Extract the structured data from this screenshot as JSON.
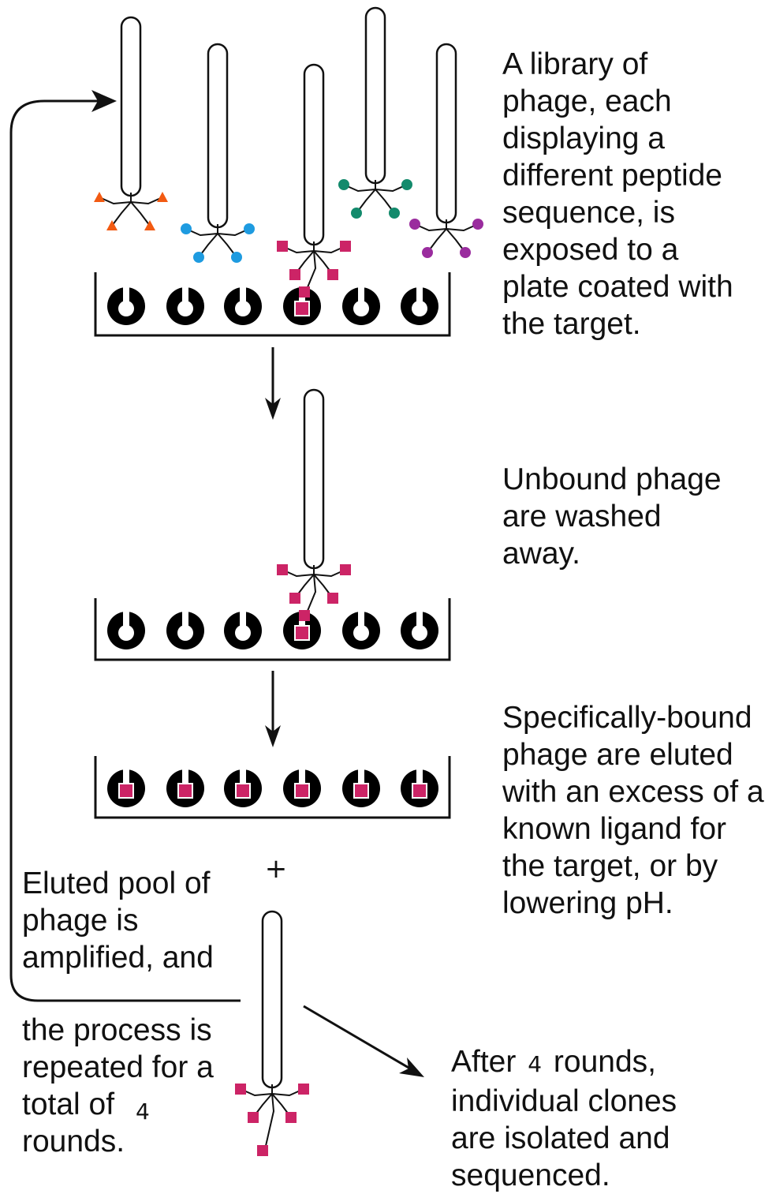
{
  "colors": {
    "ink": "#111111",
    "orange": "#f25a12",
    "blue": "#1e9be0",
    "magenta": "#cc2466",
    "teal": "#138a6c",
    "purple": "#9a2c9e",
    "well": "#000000"
  },
  "steps": {
    "library": {
      "lines": [
        "A library of",
        "phage, each",
        "displaying a",
        "different peptide",
        "sequence, is",
        "exposed to a",
        "plate coated with",
        "the target."
      ]
    },
    "wash": {
      "lines": [
        "Unbound phage",
        "are washed",
        "away."
      ]
    },
    "elute": {
      "lines": [
        "Specifically-bound",
        "phage are eluted",
        "with an excess of a",
        "known ligand for",
        "the target, or by",
        "lowering pH."
      ]
    },
    "amplify": {
      "lines": [
        "Eluted pool of",
        "phage is",
        "amplified, and"
      ]
    },
    "repeat": {
      "lines": [
        "the process is",
        "repeated for a",
        "total of",
        "rounds."
      ],
      "rounds": "4"
    },
    "final": {
      "prefix": "After",
      "rounds": "4",
      "suffix": "rounds,",
      "lines": [
        "individual clones",
        "are isolated and",
        "sequenced."
      ]
    }
  },
  "plus_sign": "+"
}
